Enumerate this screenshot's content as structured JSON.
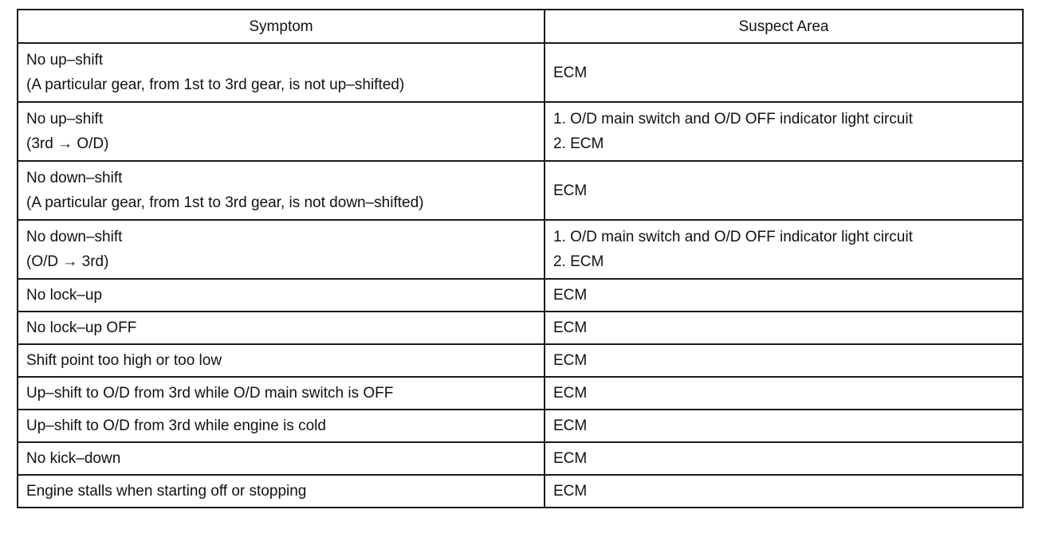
{
  "table": {
    "headers": [
      "Symptom",
      "Suspect Area"
    ],
    "rows": [
      {
        "symptom": [
          "No up–shift",
          "(A particular gear, from 1st to 3rd gear, is not up–shifted)"
        ],
        "suspect": [
          "ECM"
        ]
      },
      {
        "symptom": [
          "No up–shift",
          "(3rd → O/D)"
        ],
        "suspect": [
          "1.  O/D main switch and O/D OFF indicator light circuit",
          "2.  ECM"
        ]
      },
      {
        "symptom": [
          "No down–shift",
          "(A particular gear, from 1st to 3rd gear, is not down–shifted)"
        ],
        "suspect": [
          "ECM"
        ]
      },
      {
        "symptom": [
          "No down–shift",
          "(O/D → 3rd)"
        ],
        "suspect": [
          "1.  O/D main switch and O/D OFF indicator light circuit",
          "2.  ECM"
        ]
      },
      {
        "symptom": [
          "No lock–up"
        ],
        "suspect": [
          "ECM"
        ]
      },
      {
        "symptom": [
          "No lock–up OFF"
        ],
        "suspect": [
          "ECM"
        ]
      },
      {
        "symptom": [
          "Shift point too high or too low"
        ],
        "suspect": [
          "ECM"
        ]
      },
      {
        "symptom": [
          "Up–shift to O/D from 3rd while O/D main switch is OFF"
        ],
        "suspect": [
          "ECM"
        ]
      },
      {
        "symptom": [
          "Up–shift to O/D from 3rd while engine is cold"
        ],
        "suspect": [
          "ECM"
        ]
      },
      {
        "symptom": [
          "No kick–down"
        ],
        "suspect": [
          "ECM"
        ]
      },
      {
        "symptom": [
          "Engine stalls when starting off or stopping"
        ],
        "suspect": [
          "ECM"
        ]
      }
    ]
  }
}
